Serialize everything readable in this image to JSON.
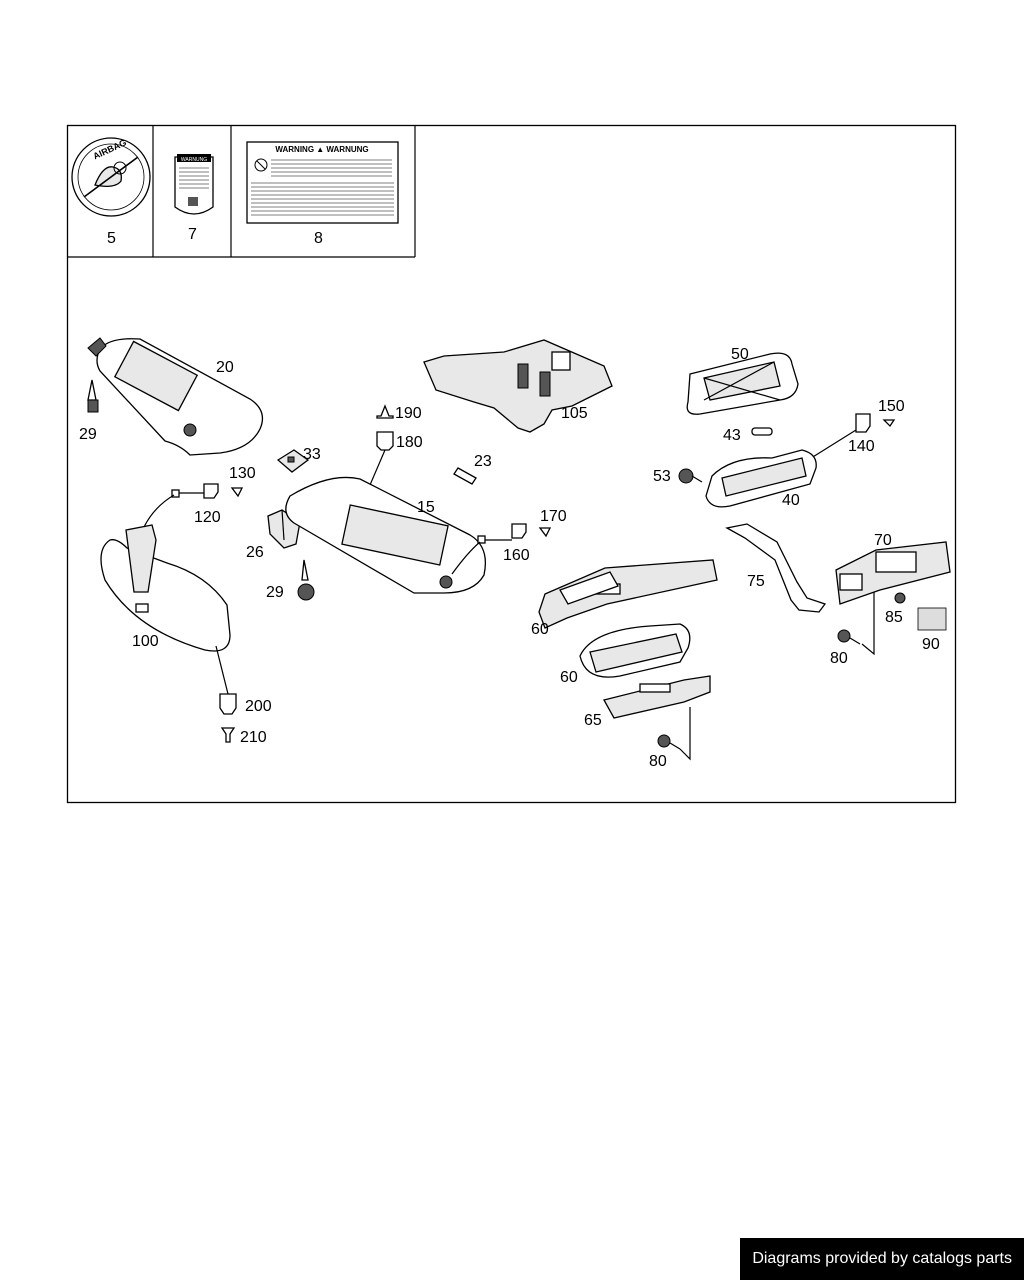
{
  "labels": {
    "l5": "5",
    "l7": "7",
    "l8": "8",
    "l20": "20",
    "l29a": "29",
    "l33": "33",
    "l130": "130",
    "l120": "120",
    "l26": "26",
    "l29b": "29",
    "l100": "100",
    "l200": "200",
    "l210": "210",
    "l190": "190",
    "l180": "180",
    "l23": "23",
    "l15": "15",
    "l170": "170",
    "l160": "160",
    "l105": "105",
    "l50": "50",
    "l43": "43",
    "l150": "150",
    "l140": "140",
    "l53": "53",
    "l40": "40",
    "l70": "70",
    "l75": "75",
    "l85": "85",
    "l90": "90",
    "l80a": "80",
    "l60a": "60",
    "l60b": "60",
    "l65": "65",
    "l80b": "80"
  },
  "stickers": {
    "airbag": "AIRBAG",
    "small_warning": "WARNUNG",
    "large_warning": "WARNING ▲ WARNUNG"
  },
  "footer": {
    "text": "Diagrams provided by catalogs parts"
  }
}
